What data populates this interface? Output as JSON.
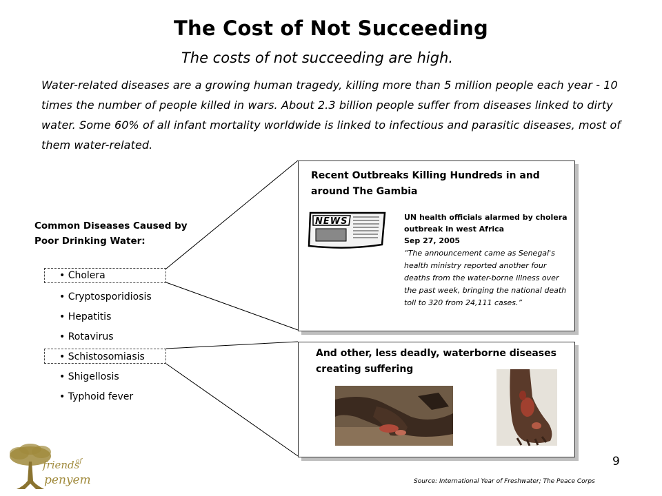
{
  "slide": {
    "title": "The Cost of Not Succeeding",
    "subtitle": "The costs of not succeeding are high.",
    "intro": "Water-related diseases are a growing human tragedy, killing more than 5 million people each year - 10 times the number of people killed in wars. About 2.3 billion people suffer from diseases linked to dirty water. Some 60% of all infant mortality worldwide is linked to infectious and parasitic diseases, most of them water-related.",
    "page_number": "9",
    "source": "Source: International Year of Freshwater; The Peace Corps"
  },
  "diseases": {
    "heading": "Common Diseases Caused by Poor Drinking Water:",
    "items": [
      "• Cholera",
      "• Cryptosporidiosis",
      "• Hepatitis",
      "• Rotavirus",
      "• Schistosomiasis",
      "• Shigellosis",
      "• Typhoid fever"
    ]
  },
  "outbreak_panel": {
    "title": "Recent Outbreaks Killing Hundreds in and around The Gambia",
    "news_icon_label": "NEWS",
    "headline": "UN health officials alarmed by cholera outbreak in west Africa",
    "date": "Sep 27,  2005",
    "quote": "“The announcement came as Senegal's health ministry reported another four deaths from the water-borne illness over the past week, bringing the national death toll to 320 from 24,111 cases.”"
  },
  "other_panel": {
    "title": "And other, less deadly, waterborne diseases creating suffering"
  },
  "logo": {
    "line1": "friends",
    "line2": "of",
    "line3": "penyem"
  },
  "colors": {
    "logo_gold": "#a08a3c",
    "shadow": "#bfbfbf",
    "border": "#333333"
  }
}
